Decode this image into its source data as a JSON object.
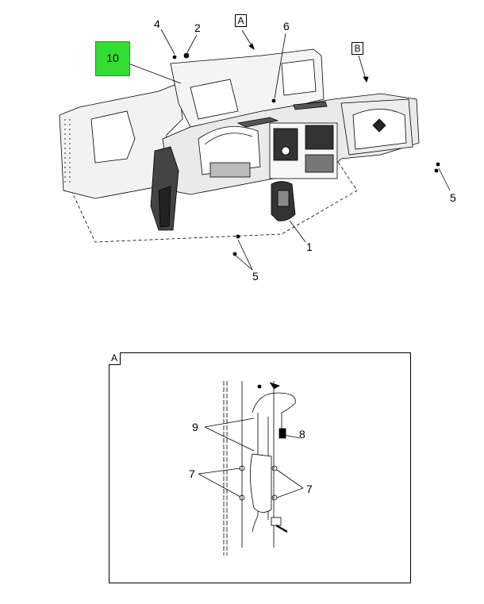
{
  "main_view": {
    "callouts": {
      "c1": "1",
      "c2": "2",
      "c4": "4",
      "c5a": "5",
      "c5b": "5",
      "c6": "6",
      "c10": "10"
    },
    "detail_refs": {
      "A": "A",
      "B": "B"
    }
  },
  "detail_A": {
    "title": "A",
    "callouts": {
      "c7a": "7",
      "c7b": "7",
      "c8": "8",
      "c9": "9"
    }
  },
  "colors": {
    "highlight": "#33dd33",
    "line": "#000000"
  }
}
